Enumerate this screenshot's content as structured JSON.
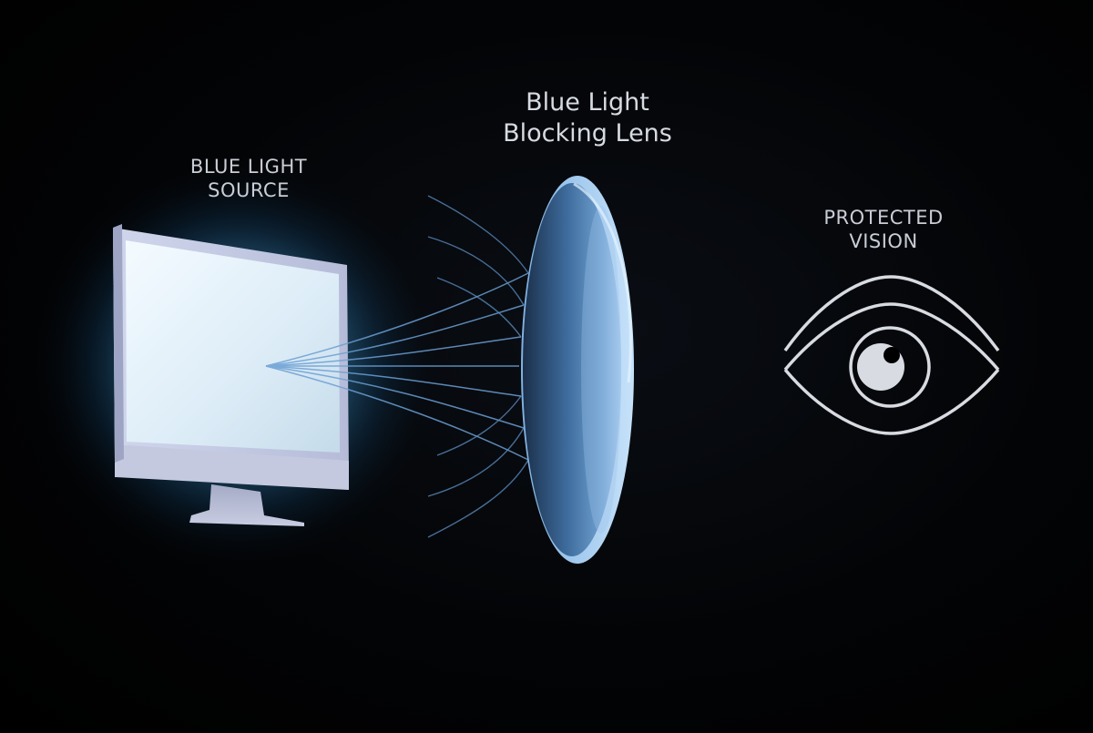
{
  "source": {
    "label_line1": "BLUE LIGHT",
    "label_line2": "SOURCE",
    "icon": "monitor-icon"
  },
  "lens": {
    "label_line1": "Blue Light",
    "label_line2": "Blocking Lens",
    "icon": "lens-icon"
  },
  "vision": {
    "label_line1": "PROTECTED",
    "label_line2": "VISION",
    "icon": "eye-icon"
  },
  "colors": {
    "background": "#000000",
    "glow": "#7fd4ff",
    "ray": "#6b9fd4",
    "lens": "#8fb6e0",
    "eye": "#d8dce2",
    "label": "#c9cdd6"
  }
}
